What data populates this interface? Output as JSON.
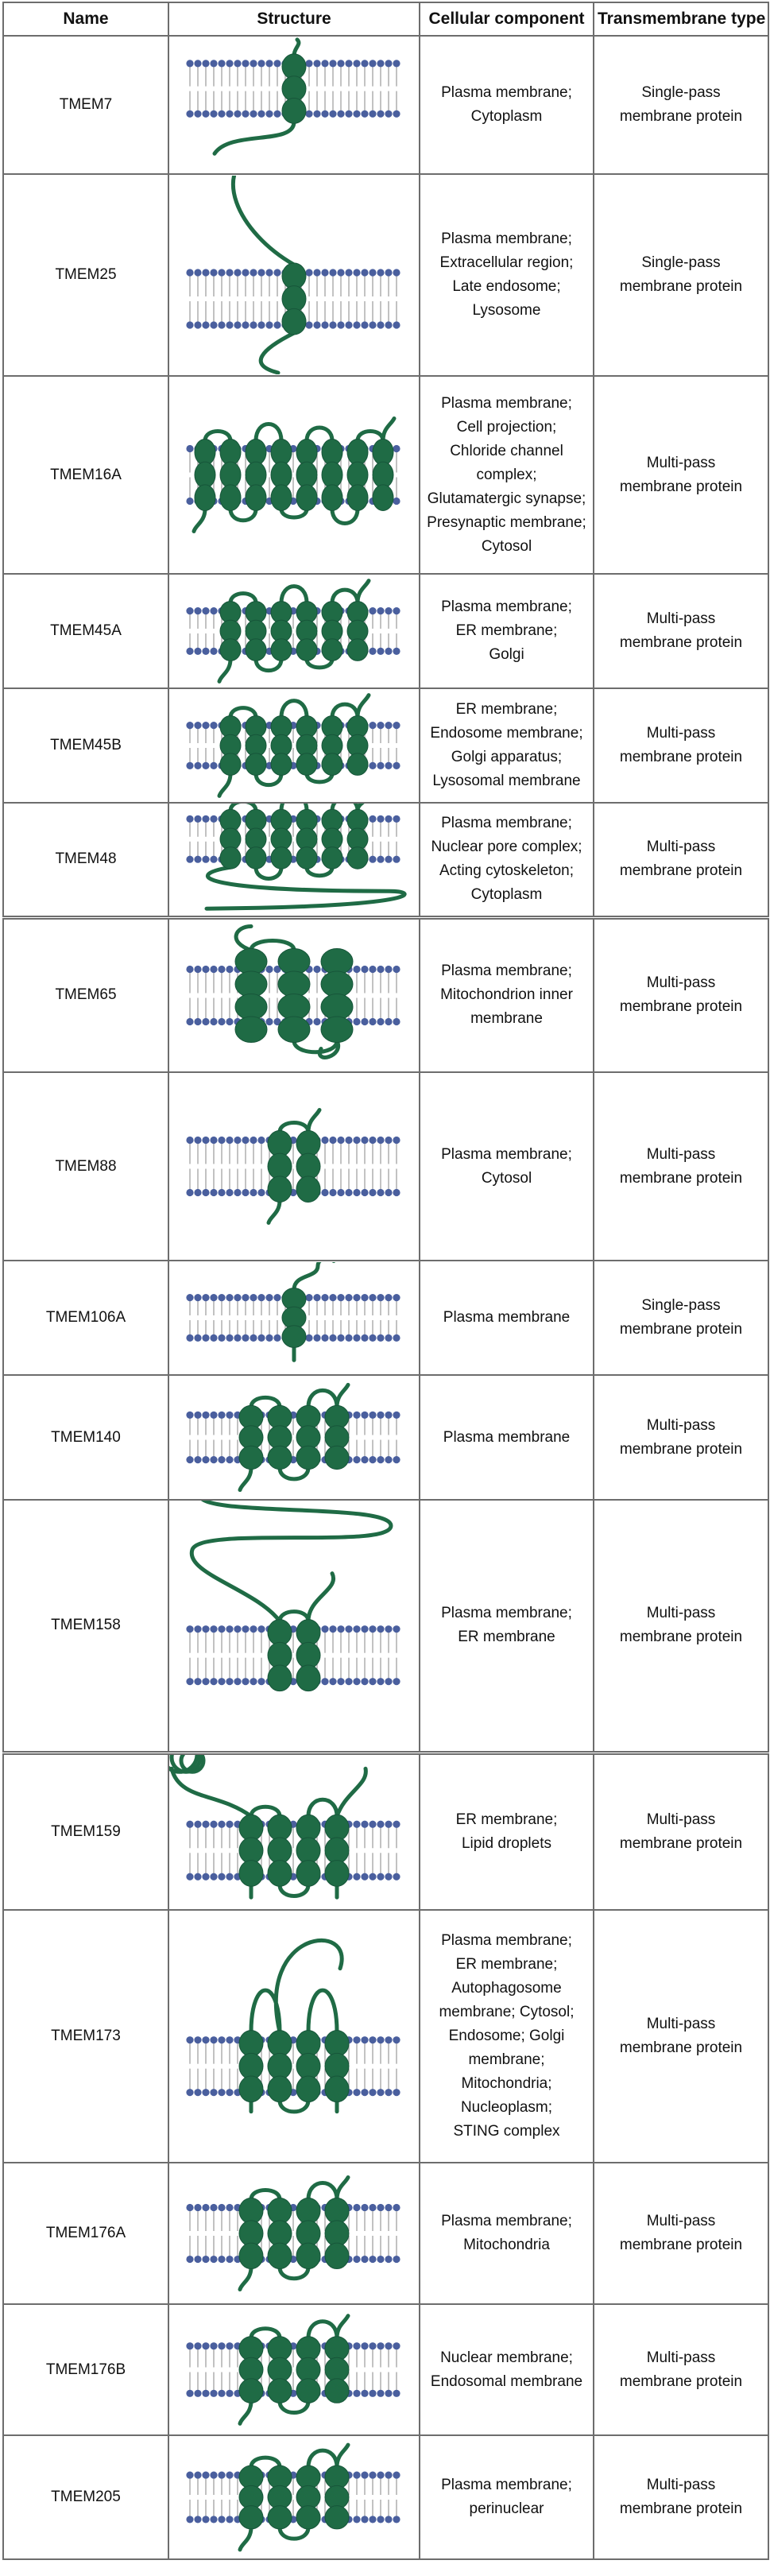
{
  "columns": {
    "name": "Name",
    "structure": "Structure",
    "component": "Cellular component",
    "tm_type": "Transmembrane type"
  },
  "colors": {
    "protein": "#1f6b45",
    "lipid_head": "#4a5f9e",
    "lipid_tail": "#a9a9a9"
  },
  "rows": [
    {
      "name": "TMEM7",
      "component": [
        "Plasma membrane;",
        "Cytoplasm"
      ],
      "tm_type": [
        "Single-pass",
        "membrane protein"
      ],
      "diagram": {
        "helices": 1,
        "style": "single-tail-down"
      }
    },
    {
      "name": "TMEM25",
      "component": [
        "Plasma membrane;",
        "Extracellular region;",
        "Late endosome;",
        "Lysosome"
      ],
      "tm_type": [
        "Single-pass",
        "membrane protein"
      ],
      "diagram": {
        "helices": 1,
        "style": "single-loops"
      }
    },
    {
      "name": "TMEM16A",
      "component": [
        "Plasma membrane;",
        "Cell projection;",
        "Chloride channel",
        "complex;",
        "Glutamatergic synapse;",
        "Presynaptic membrane;",
        "Cytosol"
      ],
      "tm_type": [
        "Multi-pass",
        "membrane protein"
      ],
      "diagram": {
        "helices": 8,
        "style": "multi"
      }
    },
    {
      "name": "TMEM45A",
      "component": [
        "Plasma membrane;",
        "ER membrane;",
        "Golgi"
      ],
      "tm_type": [
        "Multi-pass",
        "membrane protein"
      ],
      "diagram": {
        "helices": 6,
        "style": "multi"
      }
    },
    {
      "name": "TMEM45B",
      "component": [
        "ER membrane;",
        "Endosome membrane;",
        "Golgi apparatus;",
        "Lysosomal membrane"
      ],
      "tm_type": [
        "Multi-pass",
        "membrane protein"
      ],
      "diagram": {
        "helices": 6,
        "style": "multi"
      }
    },
    {
      "name": "TMEM48",
      "component": [
        "Plasma membrane;",
        "Nuclear pore complex;",
        "Acting cytoskeleton;",
        "Cytoplasm"
      ],
      "tm_type": [
        "Multi-pass",
        "membrane protein"
      ],
      "diagram": {
        "helices": 6,
        "style": "multi-long-tail"
      }
    },
    {
      "name": "TMEM65",
      "component": [
        "Plasma membrane;",
        "Mitochondrion inner",
        "membrane"
      ],
      "tm_type": [
        "Multi-pass",
        "membrane protein"
      ],
      "diagram": {
        "helices": 3,
        "style": "multi-large"
      }
    },
    {
      "name": "TMEM88",
      "component": [
        "Plasma membrane;",
        "Cytosol"
      ],
      "tm_type": [
        "Multi-pass",
        "membrane protein"
      ],
      "diagram": {
        "helices": 2,
        "style": "multi"
      }
    },
    {
      "name": "TMEM106A",
      "component": [
        "Plasma membrane"
      ],
      "tm_type": [
        "Single-pass",
        "membrane protein"
      ],
      "diagram": {
        "helices": 1,
        "style": "single-hook"
      }
    },
    {
      "name": "TMEM140",
      "component": [
        "Plasma membrane"
      ],
      "tm_type": [
        "Multi-pass",
        "membrane protein"
      ],
      "diagram": {
        "helices": 4,
        "style": "multi"
      }
    },
    {
      "name": "TMEM158",
      "component": [
        "Plasma membrane;",
        "ER membrane"
      ],
      "tm_type": [
        "Multi-pass",
        "membrane protein"
      ],
      "diagram": {
        "helices": 2,
        "style": "multi-zigzag"
      }
    },
    {
      "name": "TMEM159",
      "component": [
        "ER membrane;",
        "Lipid droplets"
      ],
      "tm_type": [
        "Multi-pass",
        "membrane protein"
      ],
      "diagram": {
        "helices": 4,
        "style": "multi-coil"
      }
    },
    {
      "name": "TMEM173",
      "component": [
        "Plasma membrane;",
        "ER membrane;",
        "Autophagosome",
        "membrane; Cytosol;",
        "Endosome; Golgi",
        "membrane;",
        "Mitochondria;",
        "Nucleoplasm;",
        "STING complex"
      ],
      "tm_type": [
        "Multi-pass",
        "membrane protein"
      ],
      "diagram": {
        "helices": 4,
        "style": "multi-big-loop"
      }
    },
    {
      "name": "TMEM176A",
      "component": [
        "Plasma membrane;",
        "Mitochondria"
      ],
      "tm_type": [
        "Multi-pass",
        "membrane protein"
      ],
      "diagram": {
        "helices": 4,
        "style": "multi"
      }
    },
    {
      "name": "TMEM176B",
      "component": [
        "Nuclear membrane;",
        "Endosomal membrane"
      ],
      "tm_type": [
        "Multi-pass",
        "membrane protein"
      ],
      "diagram": {
        "helices": 4,
        "style": "multi"
      }
    },
    {
      "name": "TMEM205",
      "component": [
        "Plasma membrane;",
        "perinuclear"
      ],
      "tm_type": [
        "Multi-pass",
        "membrane protein"
      ],
      "diagram": {
        "helices": 4,
        "style": "multi"
      }
    }
  ]
}
